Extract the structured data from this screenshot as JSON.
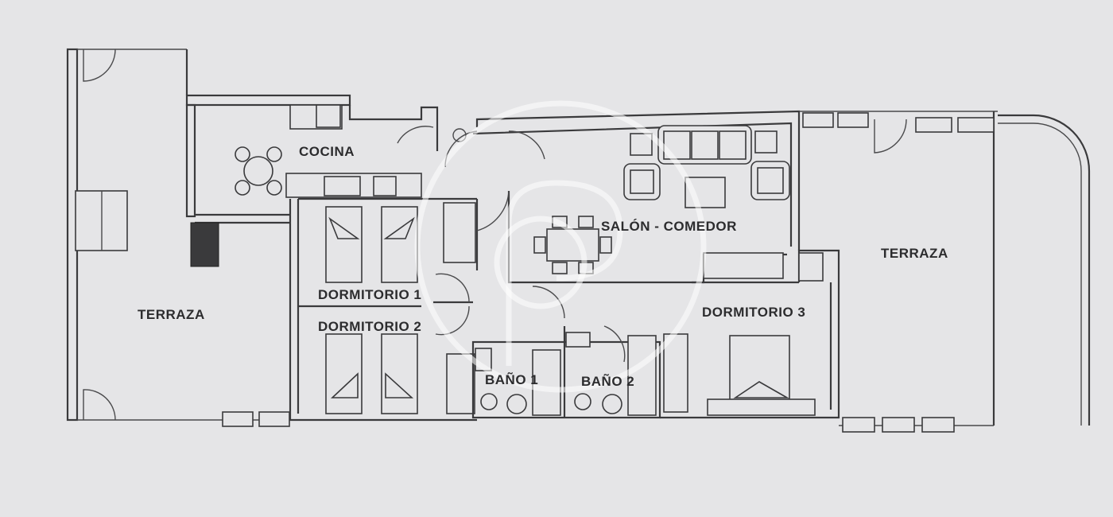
{
  "plan": {
    "rooms": {
      "terrace_left": "TERRAZA",
      "kitchen": "COCINA",
      "living_dining": "SALÓN - COMEDOR",
      "terrace_right": "TERRAZA",
      "bedroom_1": "DORMITORIO 1",
      "bedroom_2": "DORMITORIO 2",
      "bedroom_3": "DORMITORIO 3",
      "bathroom_1": "BAÑO 1",
      "bathroom_2": "BAÑO 2"
    },
    "watermark": "aP",
    "colors": {
      "background": "#e5e5e7",
      "lines": "#3a3a3c"
    }
  }
}
